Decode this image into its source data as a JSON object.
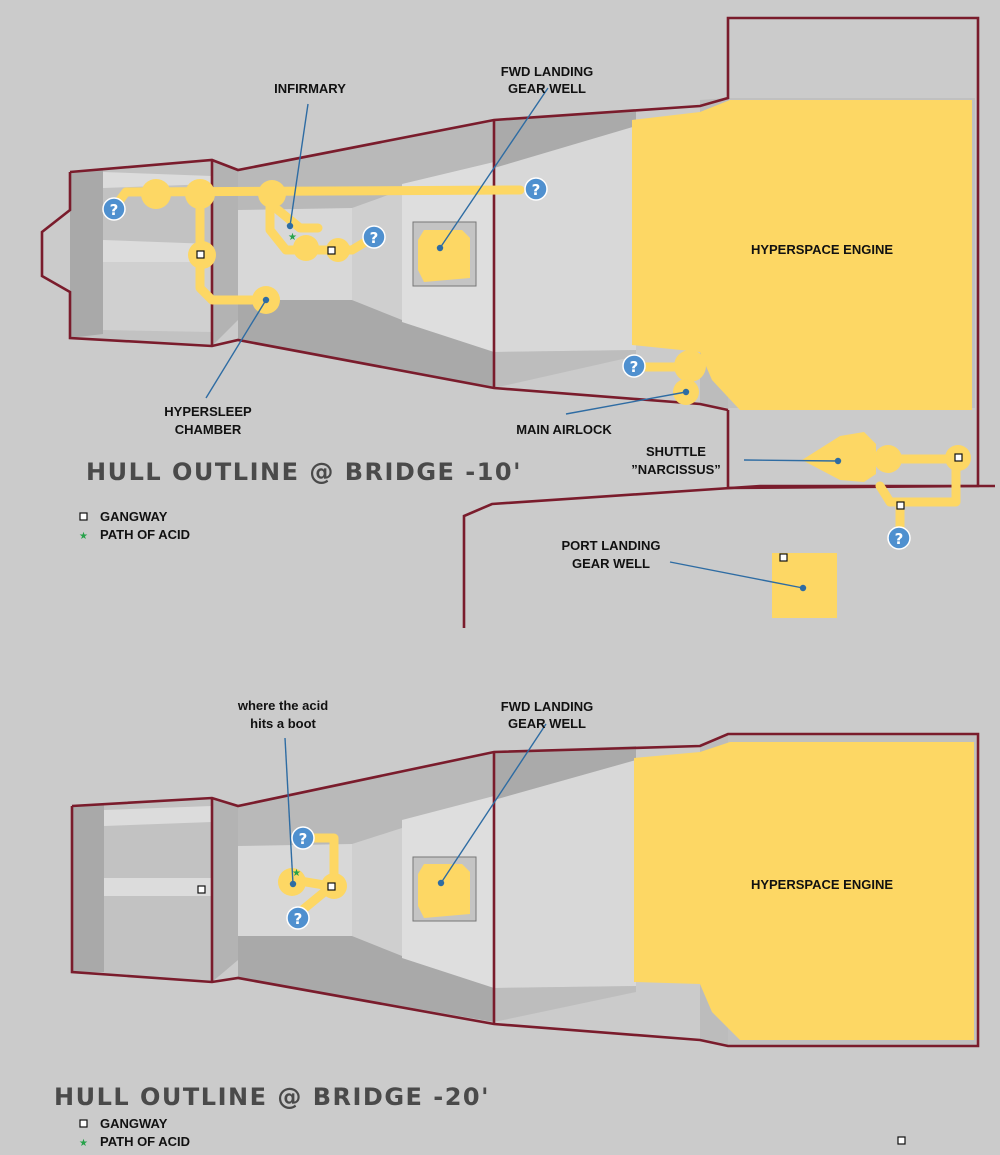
{
  "diagrams": [
    {
      "title": "HULL OUTLINE @ BRIDGE -10'",
      "labels": {
        "infirmary": "INFIRMARY",
        "fwd_gear": [
          "FWD LANDING",
          "GEAR WELL"
        ],
        "engine": "HYPERSPACE ENGINE",
        "hypersleep": [
          "HYPERSLEEP",
          "CHAMBER"
        ],
        "airlock": "MAIN AIRLOCK",
        "shuttle": [
          "SHUTTLE",
          "”NARCISSUS”"
        ],
        "port_gear": [
          "PORT LANDING",
          "GEAR WELL"
        ]
      },
      "legend": {
        "gangway": "GANGWAY",
        "acid": "PATH OF ACID"
      }
    },
    {
      "title": "HULL OUTLINE @ BRIDGE -20'",
      "labels": {
        "acid_boot": [
          "where the acid",
          "hits a boot"
        ],
        "fwd_gear": [
          "FWD LANDING",
          "GEAR WELL"
        ],
        "engine": "HYPERSPACE ENGINE"
      },
      "legend": {
        "gangway": "GANGWAY",
        "acid": "PATH OF ACID"
      }
    }
  ],
  "symbols": {
    "unknown": "?",
    "acid_marker": "★"
  },
  "colors": {
    "background": "#cbcbcb",
    "hull_outline": "#7a1c2c",
    "path_yellow": "#fdd764",
    "leader_blue": "#2e6ca3",
    "unknown_marker": "#4f90cf",
    "acid_green": "#27a24a"
  }
}
